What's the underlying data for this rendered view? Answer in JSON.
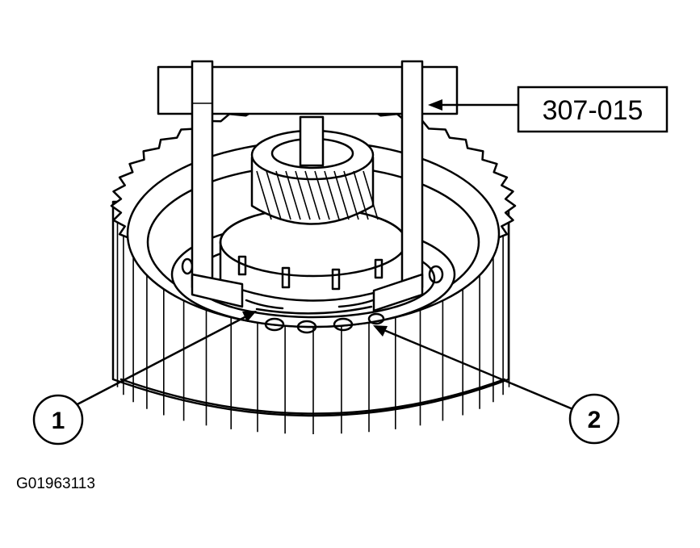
{
  "figure_id": "G01963113",
  "tool_label": "307-015",
  "callouts": [
    {
      "number": "1"
    },
    {
      "number": "2"
    }
  ]
}
